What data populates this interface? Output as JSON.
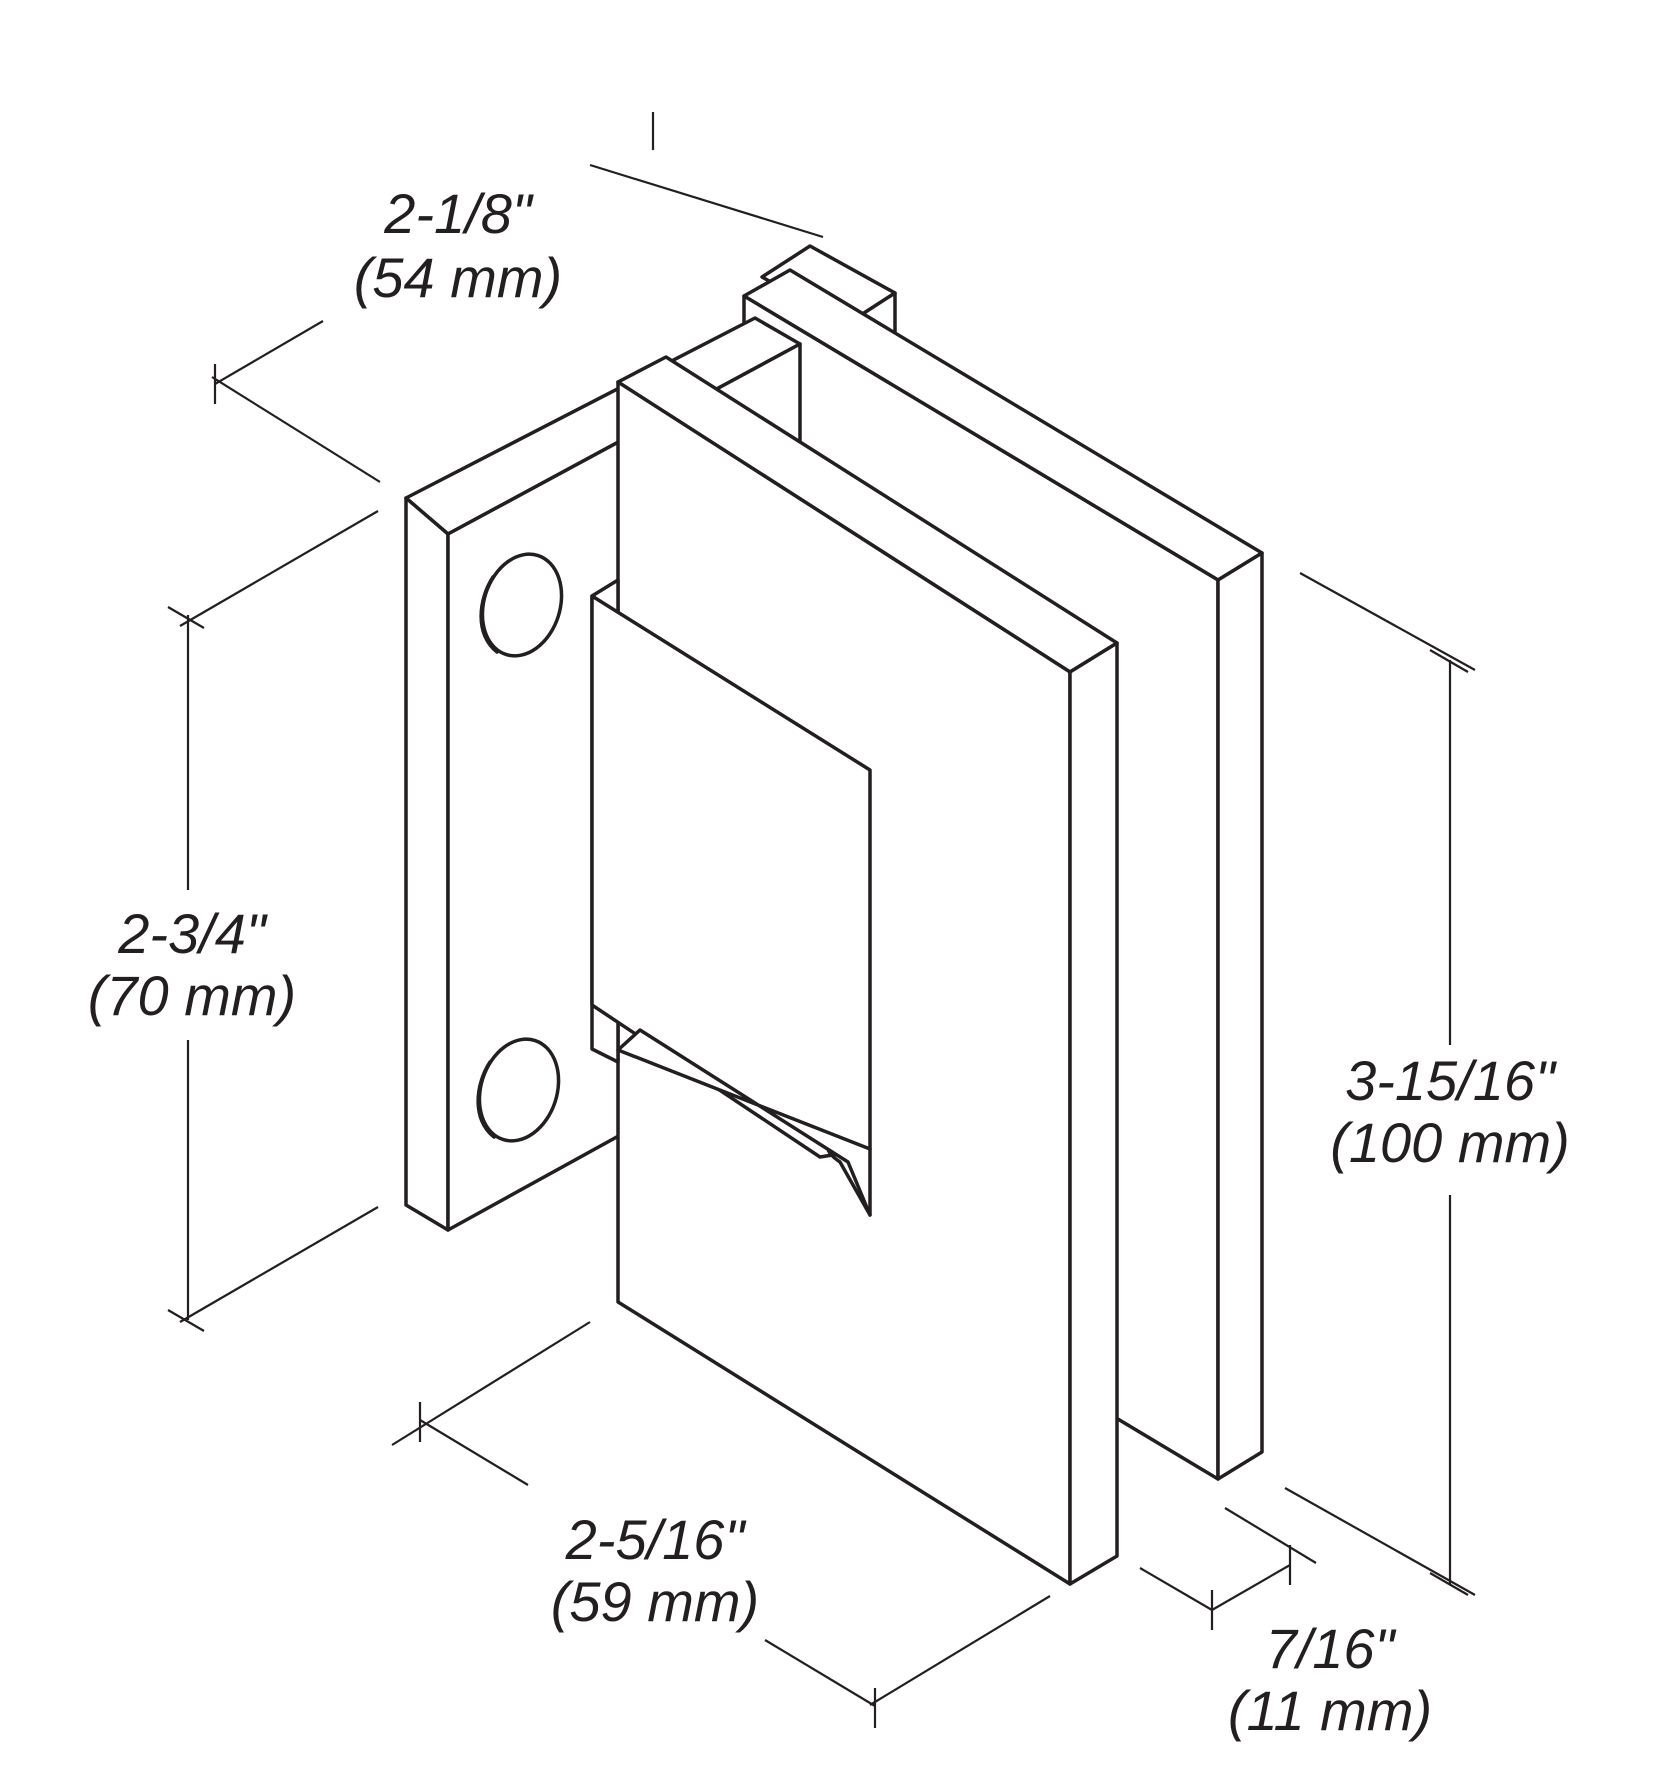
{
  "colors": {
    "line": "#231f20",
    "background": "#ffffff"
  },
  "dimensions": {
    "depth": {
      "imperial": "2-1/8\"",
      "metric": "(54 mm)"
    },
    "mount_height": {
      "imperial": "2-3/4\"",
      "metric": "(70 mm)"
    },
    "overall_height": {
      "imperial": "3-15/16\"",
      "metric": "(100 mm)"
    },
    "width": {
      "imperial": "2-5/16\"",
      "metric": "(59 mm)"
    },
    "glass_gap": {
      "imperial": "7/16\"",
      "metric": "(11 mm)"
    }
  }
}
